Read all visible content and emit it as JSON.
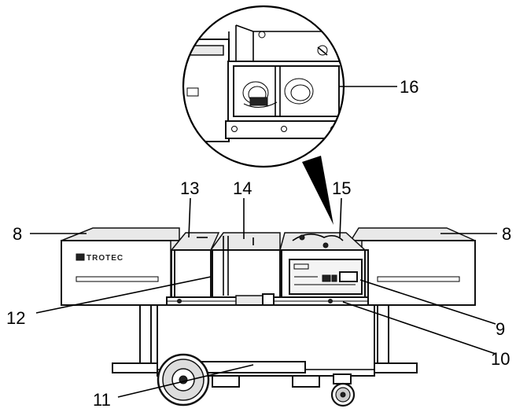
{
  "brand": "TROTEC",
  "callouts": [
    {
      "id": "c16",
      "label": "16"
    },
    {
      "id": "c13",
      "label": "13"
    },
    {
      "id": "c14",
      "label": "14"
    },
    {
      "id": "c15",
      "label": "15"
    },
    {
      "id": "c8l",
      "label": "8"
    },
    {
      "id": "c8r",
      "label": "8"
    },
    {
      "id": "c12",
      "label": "12"
    },
    {
      "id": "c9",
      "label": "9"
    },
    {
      "id": "c10",
      "label": "10"
    },
    {
      "id": "c11",
      "label": "11"
    }
  ]
}
